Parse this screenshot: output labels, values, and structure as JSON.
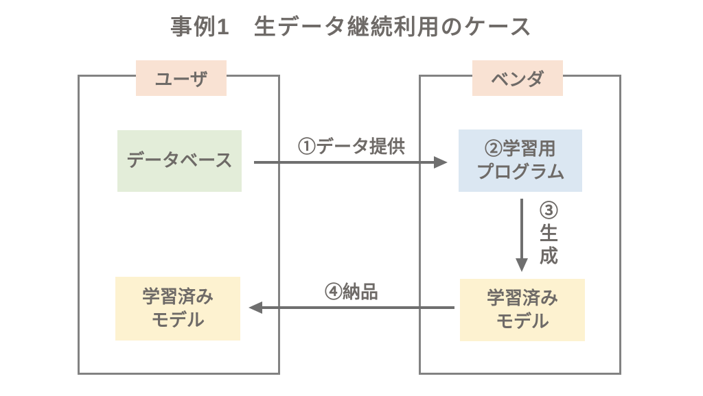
{
  "title": "事例1　生データ継続利用のケース",
  "lanes": {
    "user": {
      "header": "ユーザ"
    },
    "vendor": {
      "header": "ベンダ"
    }
  },
  "nodes": {
    "database": "データベース",
    "program": "②学習用\nプログラム",
    "model_user": "学習済み\nモデル",
    "model_vendor": "学習済み\nモデル"
  },
  "arrows": {
    "provision": "①データ提供",
    "generation": "③生成",
    "delivery": "④納品"
  },
  "colors": {
    "header_bg": "#f9e2d3",
    "database_bg": "#e3edd9",
    "program_bg": "#dbe7f2",
    "model_bg": "#fdf2d0",
    "text": "#6e6a67",
    "border": "#828282",
    "arrow": "#6f6f6f"
  }
}
